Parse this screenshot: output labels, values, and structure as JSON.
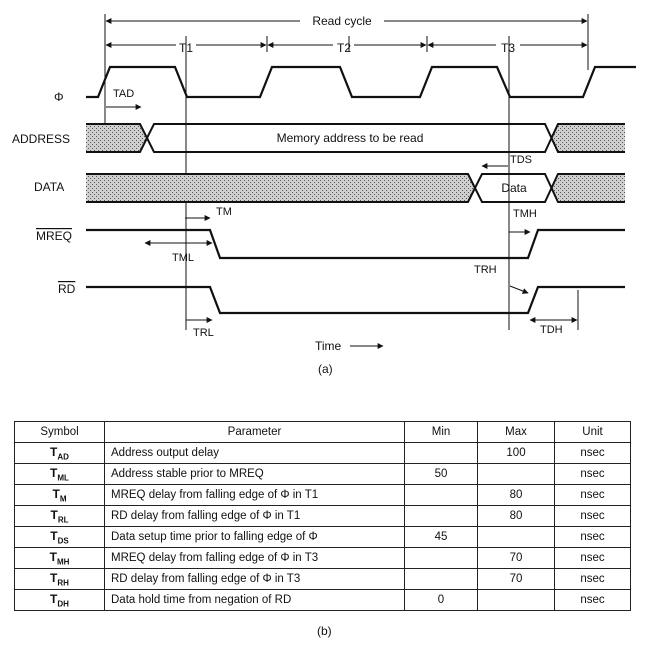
{
  "diagram": {
    "read_cycle": "Read cycle",
    "periods": [
      "T1",
      "T2",
      "T3"
    ],
    "signals": {
      "phi": "Φ",
      "address": "ADDRESS",
      "data": "DATA",
      "mreq": "MREQ",
      "rd": "RD"
    },
    "address_note": "Memory address to be read",
    "data_note": "Data",
    "timing": {
      "tad": "TAD",
      "tds": "TDS",
      "tm": "TM",
      "tml": "TML",
      "tmh": "TMH",
      "trh": "TRH",
      "trl": "TRL",
      "tdh": "TDH"
    },
    "time_label": "Time",
    "caption_a": "(a)"
  },
  "table": {
    "headers": {
      "symbol": "Symbol",
      "parameter": "Parameter",
      "min": "Min",
      "max": "Max",
      "unit": "Unit"
    },
    "rows": [
      {
        "sym": "T",
        "sub": "AD",
        "param": "Address output delay",
        "min": "",
        "max": "100",
        "unit": "nsec"
      },
      {
        "sym": "T",
        "sub": "ML",
        "param": "Address stable prior to MREQ",
        "min": "50",
        "max": "",
        "unit": "nsec"
      },
      {
        "sym": "T",
        "sub": "M",
        "param": "MREQ delay from falling edge of Φ in T1",
        "min": "",
        "max": "80",
        "unit": "nsec"
      },
      {
        "sym": "T",
        "sub": "RL",
        "param": "RD delay from falling edge of Φ in T1",
        "min": "",
        "max": "80",
        "unit": "nsec"
      },
      {
        "sym": "T",
        "sub": "DS",
        "param": "Data setup time prior to falling edge of Φ",
        "min": "45",
        "max": "",
        "unit": "nsec"
      },
      {
        "sym": "T",
        "sub": "MH",
        "param": "MREQ delay from falling edge of Φ in T3",
        "min": "",
        "max": "70",
        "unit": "nsec"
      },
      {
        "sym": "T",
        "sub": "RH",
        "param": "RD delay from falling edge of Φ in T3",
        "min": "",
        "max": "70",
        "unit": "nsec"
      },
      {
        "sym": "T",
        "sub": "DH",
        "param": "Data hold time from negation of RD",
        "min": "0",
        "max": "",
        "unit": "nsec"
      }
    ],
    "caption_b": "(b)"
  }
}
